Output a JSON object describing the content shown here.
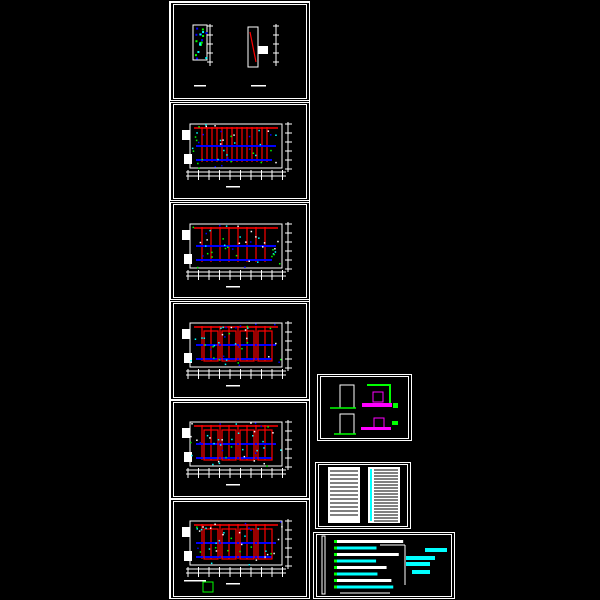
{
  "drawing": {
    "background": "#000000",
    "colors": {
      "frame": "#ffffff",
      "pipe_red": "#ff0000",
      "pipe_blue": "#0000ff",
      "cyan": "#00ffff",
      "green": "#00ff00",
      "magenta": "#ff00ff"
    },
    "sheets": [
      {
        "kind": "elevation-pair"
      },
      {
        "kind": "floor-plan"
      },
      {
        "kind": "floor-plan"
      },
      {
        "kind": "floor-plan"
      },
      {
        "kind": "floor-plan"
      },
      {
        "kind": "floor-plan"
      },
      {
        "kind": "system-detail"
      },
      {
        "kind": "notes-table"
      },
      {
        "kind": "riser-diagram"
      }
    ]
  }
}
